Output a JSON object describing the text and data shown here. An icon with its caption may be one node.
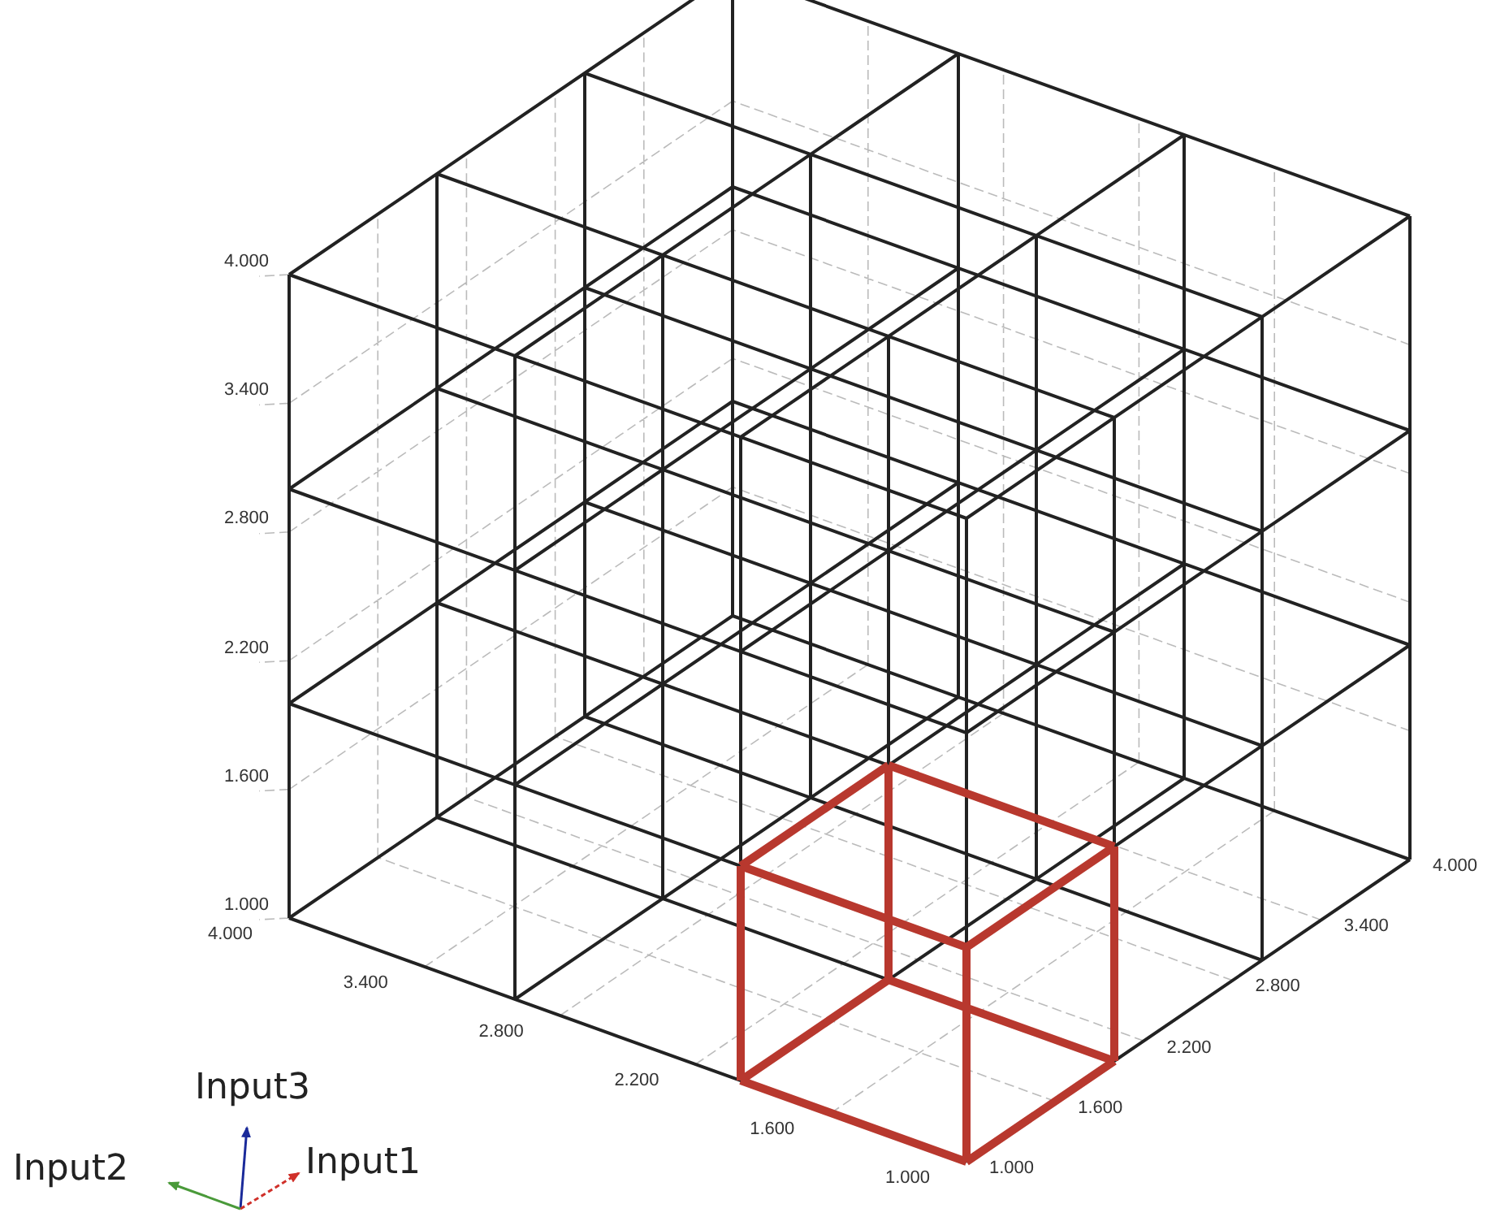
{
  "diagram": {
    "labels": [
      "4.000",
      "3.400",
      "2.800",
      "2.200",
      "1.600",
      "1.000",
      "4.000",
      "3.400",
      "2.800",
      "2.200",
      "1.600",
      "1.000",
      "4.000",
      "3.400",
      "2.800",
      "2.200",
      "1.600",
      "1.000",
      "Input3",
      "Input2",
      "Input1"
    ]
  }
}
